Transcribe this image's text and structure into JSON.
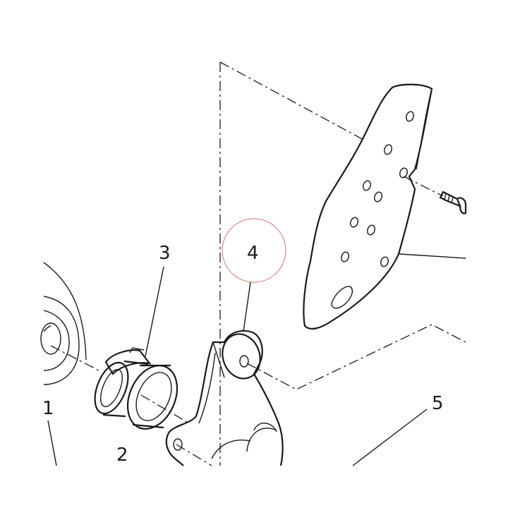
{
  "callouts": {
    "c1": "1",
    "c2": "2",
    "c3": "3",
    "c4": "4",
    "c5": "5"
  },
  "colors": {
    "line": "#1a1a1a",
    "highlight_circle": "#c0392b",
    "background": "#ffffff"
  }
}
